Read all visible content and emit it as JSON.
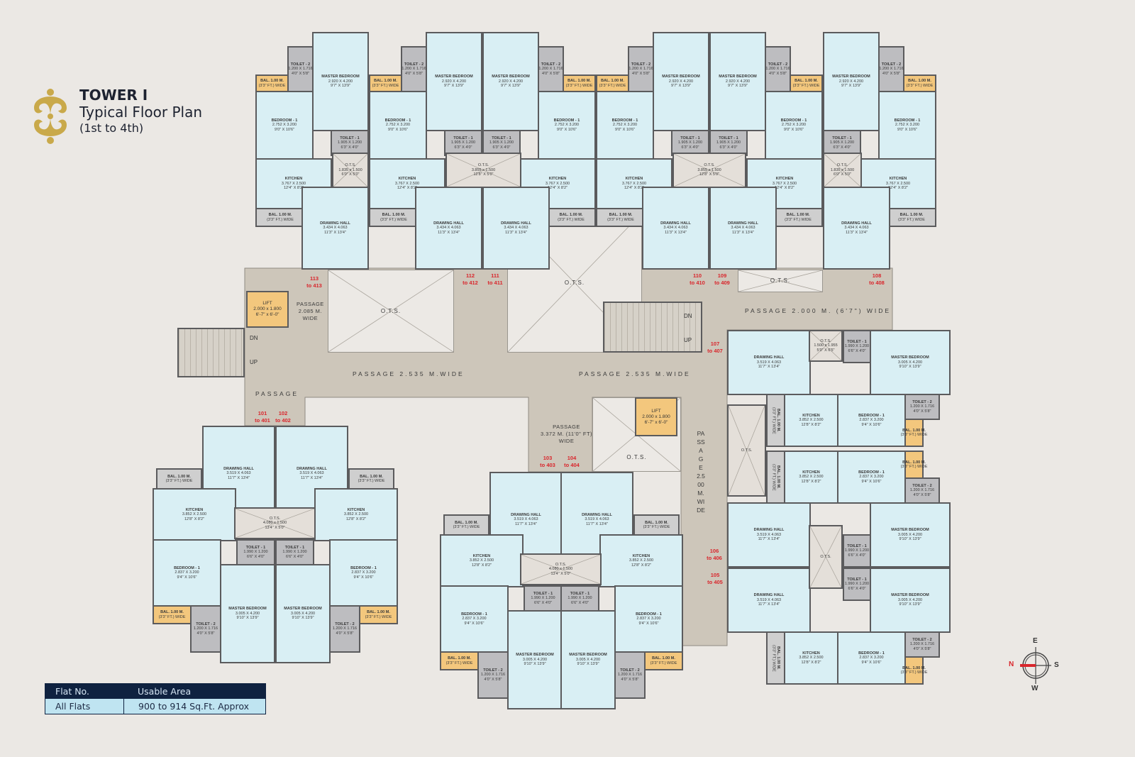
{
  "header": {
    "title": "TOWER I",
    "subtitle": "Typical Floor Plan",
    "floors": "(1st to 4th)"
  },
  "area_table": {
    "headers": [
      "Flat No.",
      "Usable Area"
    ],
    "rows": [
      [
        "All Flats",
        "900 to 914 Sq.Ft. Approx"
      ]
    ]
  },
  "unit_types": {
    "A": [
      {
        "key": "master",
        "lines": [
          "MASTER BEDROOM",
          "2.920 X 4.200",
          "9'7\" X 13'9\""
        ]
      },
      {
        "key": "toilet2",
        "lines": [
          "TOILET - 2",
          "1.200 X 1.716",
          "4'0\" X 5'8\""
        ]
      },
      {
        "key": "bal_top",
        "lines": [
          "BAL. 1.00 M.",
          "(3'3\" FT.) WIDE"
        ]
      },
      {
        "key": "bedroom1",
        "lines": [
          "BEDROOM - 1",
          "2.752 X 3.200",
          "9'0\" X 10'6\""
        ]
      },
      {
        "key": "toilet1",
        "lines": [
          "TOILET - 1",
          "1.905 X 1.200",
          "6'3\" X 4'0\""
        ]
      },
      {
        "key": "kitchen",
        "lines": [
          "KITCHEN",
          "3.767 X 2.500",
          "12'4\" X 8'2\""
        ]
      },
      {
        "key": "bal_bottom",
        "lines": [
          "BAL. 1.00 M.",
          "(3'3\" FT.) WIDE"
        ]
      },
      {
        "key": "drawing",
        "lines": [
          "DRAWING HALL",
          "3.434 X 4.063",
          "11'3\" X 13'4\""
        ]
      }
    ],
    "B": [
      {
        "key": "drawing",
        "lines": [
          "DRAWING HALL",
          "3.519 X 4.063",
          "11'7\" X 13'4\""
        ]
      },
      {
        "key": "bal_top",
        "lines": [
          "BAL. 1.00 M.",
          "(3'3\" FT.) WIDE"
        ]
      },
      {
        "key": "kitchen",
        "lines": [
          "KITCHEN",
          "3.852 X 2.500",
          "12'8\" X 8'2\""
        ]
      },
      {
        "key": "bedroom1",
        "lines": [
          "BEDROOM - 1",
          "2.837 X 3.200",
          "9'4\" X 10'6\""
        ]
      },
      {
        "key": "toilet1",
        "lines": [
          "TOILET - 1",
          "1.990 X 1.200",
          "6'6\" X 4'0\""
        ]
      },
      {
        "key": "master",
        "lines": [
          "MASTER BEDROOM",
          "3.005 X 4.200",
          "9'10\" X 13'9\""
        ]
      },
      {
        "key": "bal_bottom",
        "lines": [
          "BAL. 1.00 M.",
          "(3'3\" FT.) WIDE"
        ]
      },
      {
        "key": "toilet2",
        "lines": [
          "TOILET - 2",
          "1.200 X 1.716",
          "4'0\" X 5'8\""
        ]
      }
    ],
    "C": [
      {
        "key": "drawing",
        "lines": [
          "DRAWING HALL",
          "3.519 X 4.063",
          "11'7\" X 13'4\""
        ]
      },
      {
        "key": "toilet1",
        "lines": [
          "TOILET - 1",
          "1.990 X 1.200",
          "6'6\" X 4'0\""
        ]
      },
      {
        "key": "master",
        "lines": [
          "MASTER BEDROOM",
          "3.005 X 4.200",
          "9'10\" X 13'9\""
        ]
      },
      {
        "key": "bal_side",
        "lines": [
          "BAL. 1.00 M.",
          "(3'3\" FT.) WIDE"
        ]
      },
      {
        "key": "kitchen",
        "lines": [
          "KITCHEN",
          "3.852 X 2.500",
          "12'8\" X 8'2\""
        ]
      },
      {
        "key": "bedroom1",
        "lines": [
          "BEDROOM - 1",
          "2.837 X 3.200",
          "9'4\" X 10'6\""
        ]
      },
      {
        "key": "toilet2",
        "lines": [
          "TOILET - 2",
          "1.200 X 1.716",
          "4'0\" X 5'8\""
        ]
      },
      {
        "key": "bal_bottom",
        "lines": [
          "BAL. 1.00 M.",
          "(3'3\" FT.) WIDE"
        ]
      }
    ]
  },
  "flats": [
    {
      "number": "113",
      "range": "to 413",
      "type": "A"
    },
    {
      "number": "112",
      "range": "to 412",
      "type": "A"
    },
    {
      "number": "111",
      "range": "to 411",
      "type": "A"
    },
    {
      "number": "110",
      "range": "to 410",
      "type": "A"
    },
    {
      "number": "109",
      "range": "to 409",
      "type": "A"
    },
    {
      "number": "108",
      "range": "to 408",
      "type": "A"
    },
    {
      "number": "101",
      "range": "to 401",
      "type": "B"
    },
    {
      "number": "102",
      "range": "to 402",
      "type": "B"
    },
    {
      "number": "103",
      "range": "to 403",
      "type": "B"
    },
    {
      "number": "104",
      "range": "to 404",
      "type": "B"
    },
    {
      "number": "107",
      "range": "to 407",
      "type": "C"
    },
    {
      "number": "106",
      "range": "to 406",
      "type": "C"
    },
    {
      "number": "105",
      "range": "to 405",
      "type": "C"
    }
  ],
  "ots": [
    {
      "lines": [
        "O.T.S.",
        "1.835 x 1.500",
        "6'0\" X 5'0\""
      ]
    },
    {
      "lines": [
        "O.T.S.",
        "3.855 x 1.500",
        "12'8\" X 5'0\""
      ]
    },
    {
      "lines": [
        "O.T.S.",
        "3.855 x 1.500",
        "12'8\" X 5'0\""
      ]
    },
    {
      "lines": [
        "O.T.S.",
        "1.835 x 1.500",
        "6'0\" X 5'0\""
      ]
    },
    {
      "lines": [
        "O.T.S.",
        "4.080 x 1.500",
        "13'4\" X 5'0\""
      ]
    },
    {
      "lines": [
        "O.T.S.",
        "4.080 x 1.500",
        "13'4\" X 5'0\""
      ]
    },
    {
      "lines": [
        "O.T.S.",
        "1.500 x 1.955",
        "5'0\" X 6'5\""
      ]
    },
    {
      "lines": [
        "O.T.S."
      ]
    },
    {
      "lines": [
        "O.T.S."
      ]
    },
    {
      "lines": [
        "O.T.S."
      ]
    },
    {
      "lines": [
        "O.T.S."
      ]
    },
    {
      "lines": [
        "O.T.S."
      ]
    },
    {
      "lines": [
        "O.T.S."
      ]
    }
  ],
  "passages": [
    {
      "text": "PASSAGE 2.535 M.WIDE"
    },
    {
      "text": "PASSAGE 2.535 M.WIDE"
    },
    {
      "text": "PASSAGE 2.000 M. (6'7\") WIDE"
    },
    {
      "text": "PASSAGE\n2.085 M.\nWIDE"
    },
    {
      "text": "PASSAGE"
    },
    {
      "text": "PASSAGE\n3.372 M. (11'0\" FT)\nWIDE"
    },
    {
      "text": "PASSAGE 2.500 M. WIDE"
    }
  ],
  "lifts": [
    {
      "lines": [
        "LIFT",
        "2.000 x 1.800",
        "6'-7\" x 6'-0\""
      ]
    },
    {
      "lines": [
        "LIFT",
        "2.000 x 1.800",
        "6'-7\" x 6'-0\""
      ]
    }
  ],
  "stairs": [
    {
      "down": "DN",
      "up": "UP"
    },
    {
      "down": "DN",
      "up": "UP"
    }
  ],
  "compass": {
    "top": "E",
    "left": "N",
    "right": "S",
    "bottom": "W",
    "north_color": "#d9262c"
  },
  "colors": {
    "room": "#d9eff4",
    "wall": "#5b5b5d",
    "passage": "#cdc6ba",
    "balcony": "#f3c77d",
    "flat_number": "#d9262c",
    "table_header": "#0f2240"
  }
}
